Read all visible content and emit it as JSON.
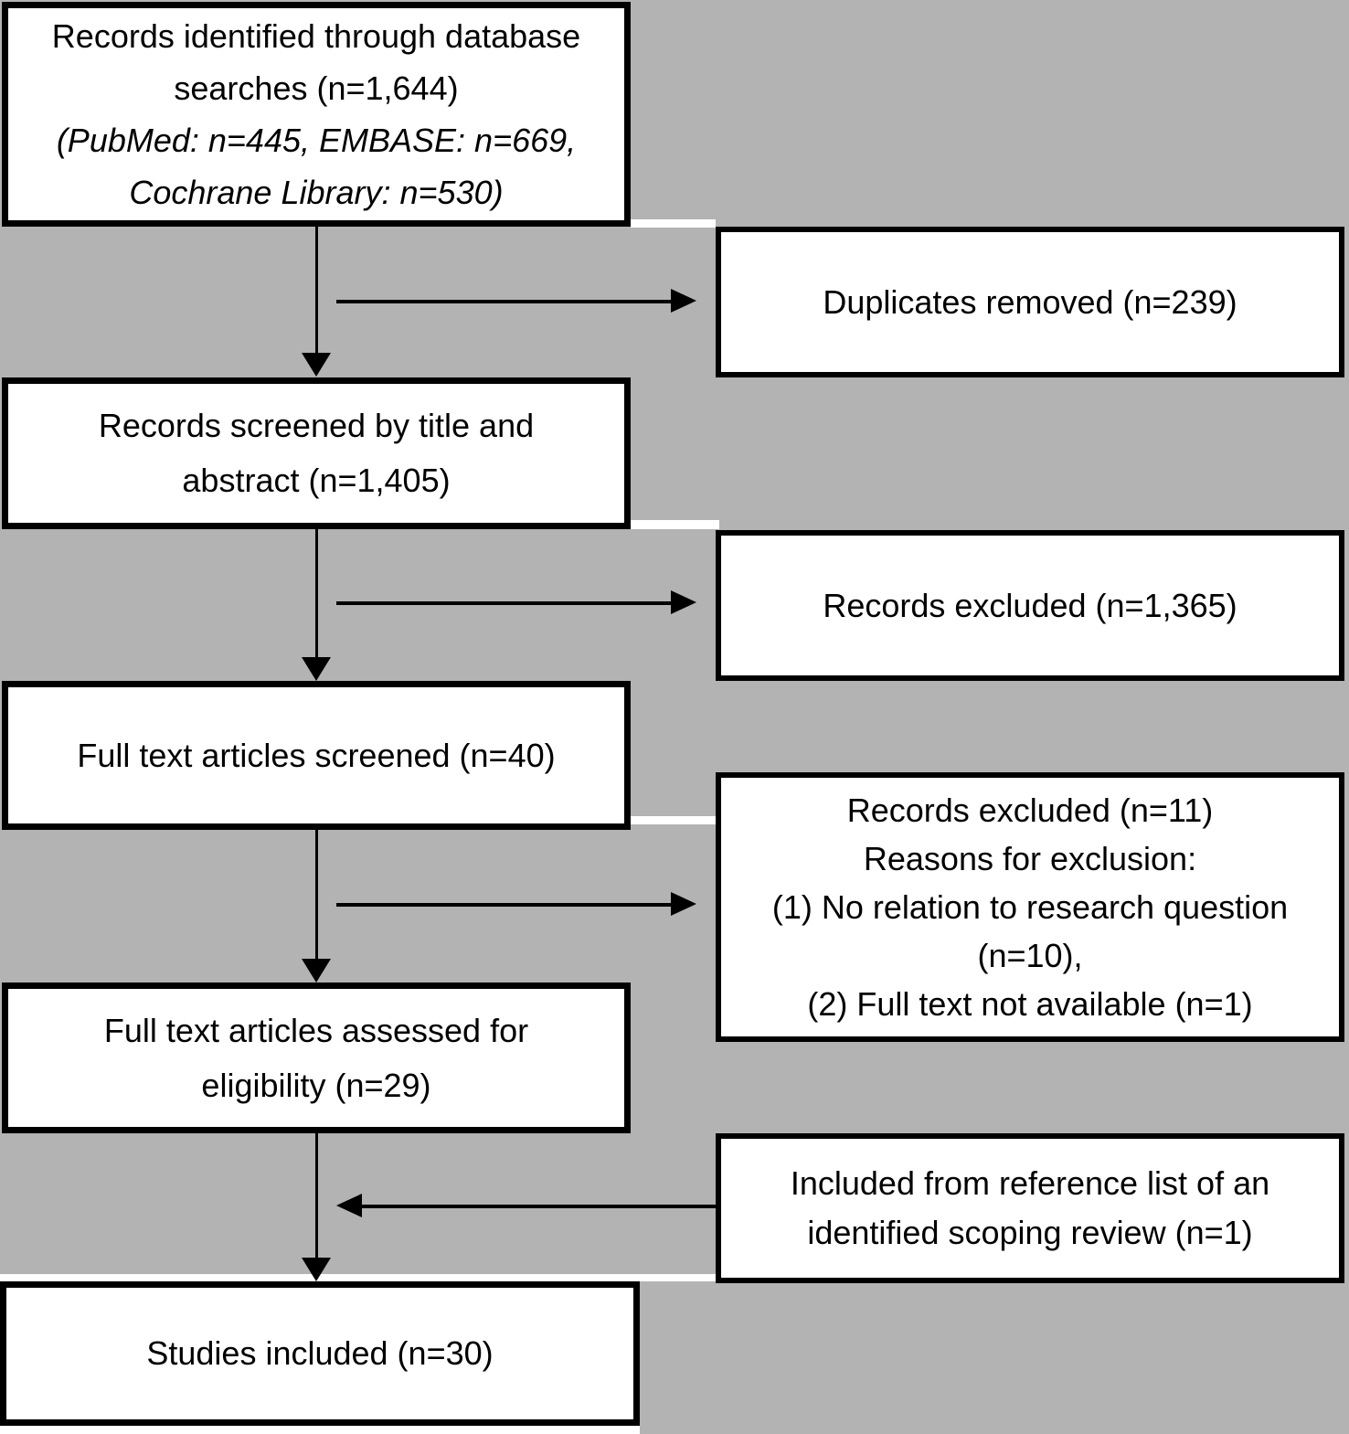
{
  "figure": {
    "type": "prisma-flow-diagram",
    "background_color": "#b3b3b3",
    "box_fill_color": "#ffffff",
    "box_border_color": "#000000",
    "text_color": "#000000"
  },
  "flowchart": {
    "left_column": [
      {
        "id": "identification",
        "text": "Records identified through database\nsearches (n=1,644)",
        "subtext_italic": "(PubMed: n=445, EMBASE: n=669,\nCochrane Library: n=530)"
      },
      {
        "id": "screening",
        "text": "Records screened by title and\nabstract (n=1,405)"
      },
      {
        "id": "fulltext-screened",
        "text": "Full text articles screened (n=40)"
      },
      {
        "id": "eligibility",
        "text": "Full text articles assessed for\neligibility (n=29)"
      },
      {
        "id": "included",
        "text": "Studies included (n=30)"
      }
    ],
    "right_column": [
      {
        "id": "duplicates-removed",
        "text": "Duplicates removed (n=239)"
      },
      {
        "id": "records-excluded-screening",
        "text": "Records excluded (n=1,365)"
      },
      {
        "id": "records-excluded-fulltext",
        "text": "Records excluded (n=11)\nReasons for exclusion:\n(1) No relation to research question\n(n=10),\n(2) Full text not available (n=1)"
      },
      {
        "id": "included-from-reference-list",
        "text": "Included from reference list of an\nidentified scoping review (n=1)"
      }
    ],
    "edges": [
      {
        "from": "identification",
        "to": "screening",
        "direction": "down"
      },
      {
        "from": "identification",
        "to": "duplicates-removed",
        "direction": "right"
      },
      {
        "from": "screening",
        "to": "fulltext-screened",
        "direction": "down"
      },
      {
        "from": "screening",
        "to": "records-excluded-screening",
        "direction": "right"
      },
      {
        "from": "fulltext-screened",
        "to": "eligibility",
        "direction": "down"
      },
      {
        "from": "fulltext-screened",
        "to": "records-excluded-fulltext",
        "direction": "right"
      },
      {
        "from": "eligibility",
        "to": "included",
        "direction": "down"
      },
      {
        "from": "included-from-reference-list",
        "to": "included",
        "direction": "left"
      }
    ]
  }
}
